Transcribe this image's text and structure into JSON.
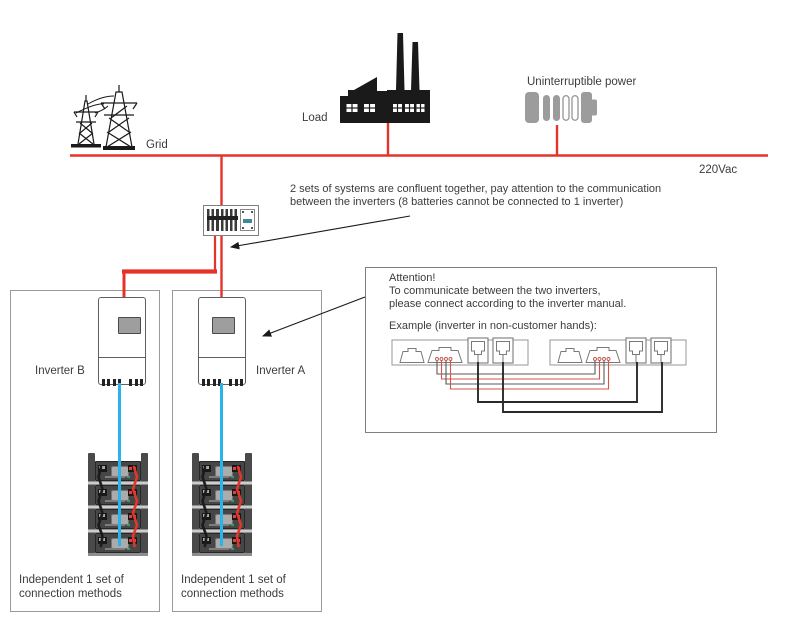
{
  "top": {
    "grid_label": "Grid",
    "load_label": "Load",
    "ups_label": "Uninterruptible power",
    "voltage_label": "220Vac"
  },
  "note": {
    "line1": "2 sets of systems are confluent together, pay attention to the communication",
    "line2": "between the inverters (8 batteries cannot be connected to 1 inverter)"
  },
  "attention": {
    "title": "Attention!",
    "body1": "To communicate between the two inverters,",
    "body2": "please connect according to the inverter manual.",
    "example_label": "Example (inverter in non-customer hands):"
  },
  "inverters": {
    "b_label": "Inverter B",
    "a_label": "Inverter A"
  },
  "captions": {
    "line1": "Independent 1 set of",
    "line2": "connection methods"
  },
  "icons": {
    "grid": "transmission-towers-icon",
    "load": "factory-icon",
    "ups": "battery-ups-icon",
    "distribution": "breaker-box-icon",
    "comm_ports": "inverter-comm-ports-icon"
  },
  "colors": {
    "power_red": "#e6332a",
    "comm_cyan": "#29b3e8",
    "icon_gray": "#9c9c9c",
    "wire_black": "#1a1a1a",
    "wire_thin_red": "#d65348",
    "wire_thin_gray": "#5a5a5a",
    "breaker_teal": "#3d8a99"
  }
}
